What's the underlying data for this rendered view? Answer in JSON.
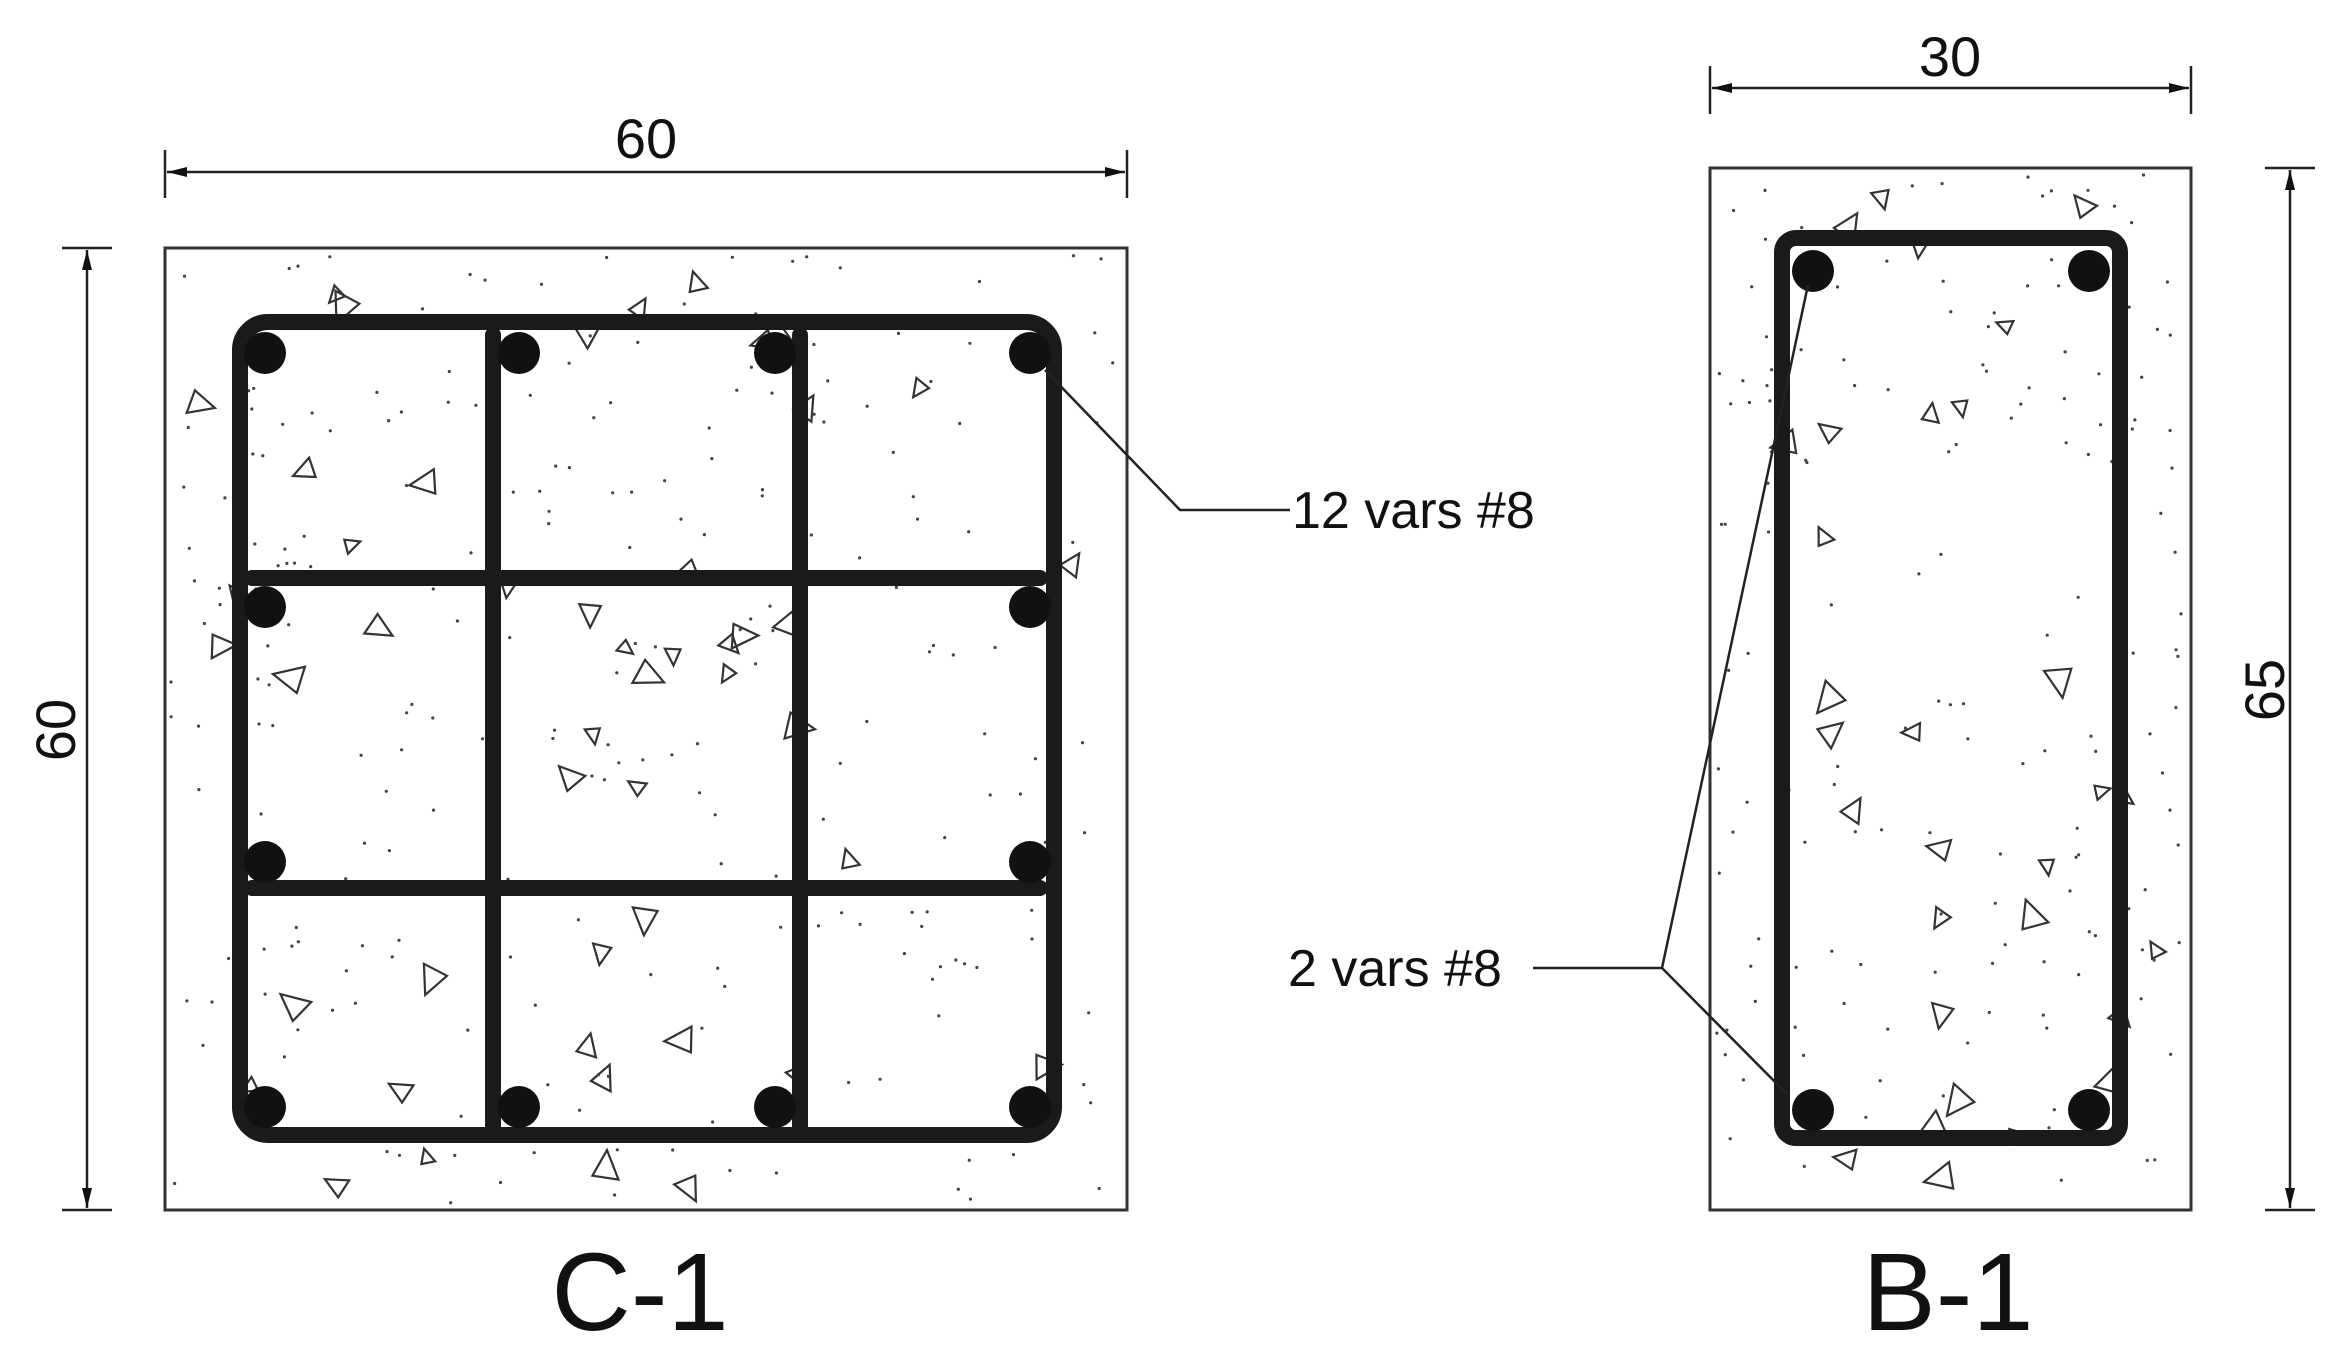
{
  "diagram": {
    "columns": [
      {
        "title": "C-1",
        "width_dim": "60",
        "height_dim": "60",
        "rebar_label": "12 vars #8"
      },
      {
        "title": "B-1",
        "width_dim": "30",
        "height_dim": "65",
        "rebar_label": "2 vars #8"
      }
    ],
    "colors": {
      "line": "#1a1a1a",
      "background": "#ffffff"
    }
  }
}
